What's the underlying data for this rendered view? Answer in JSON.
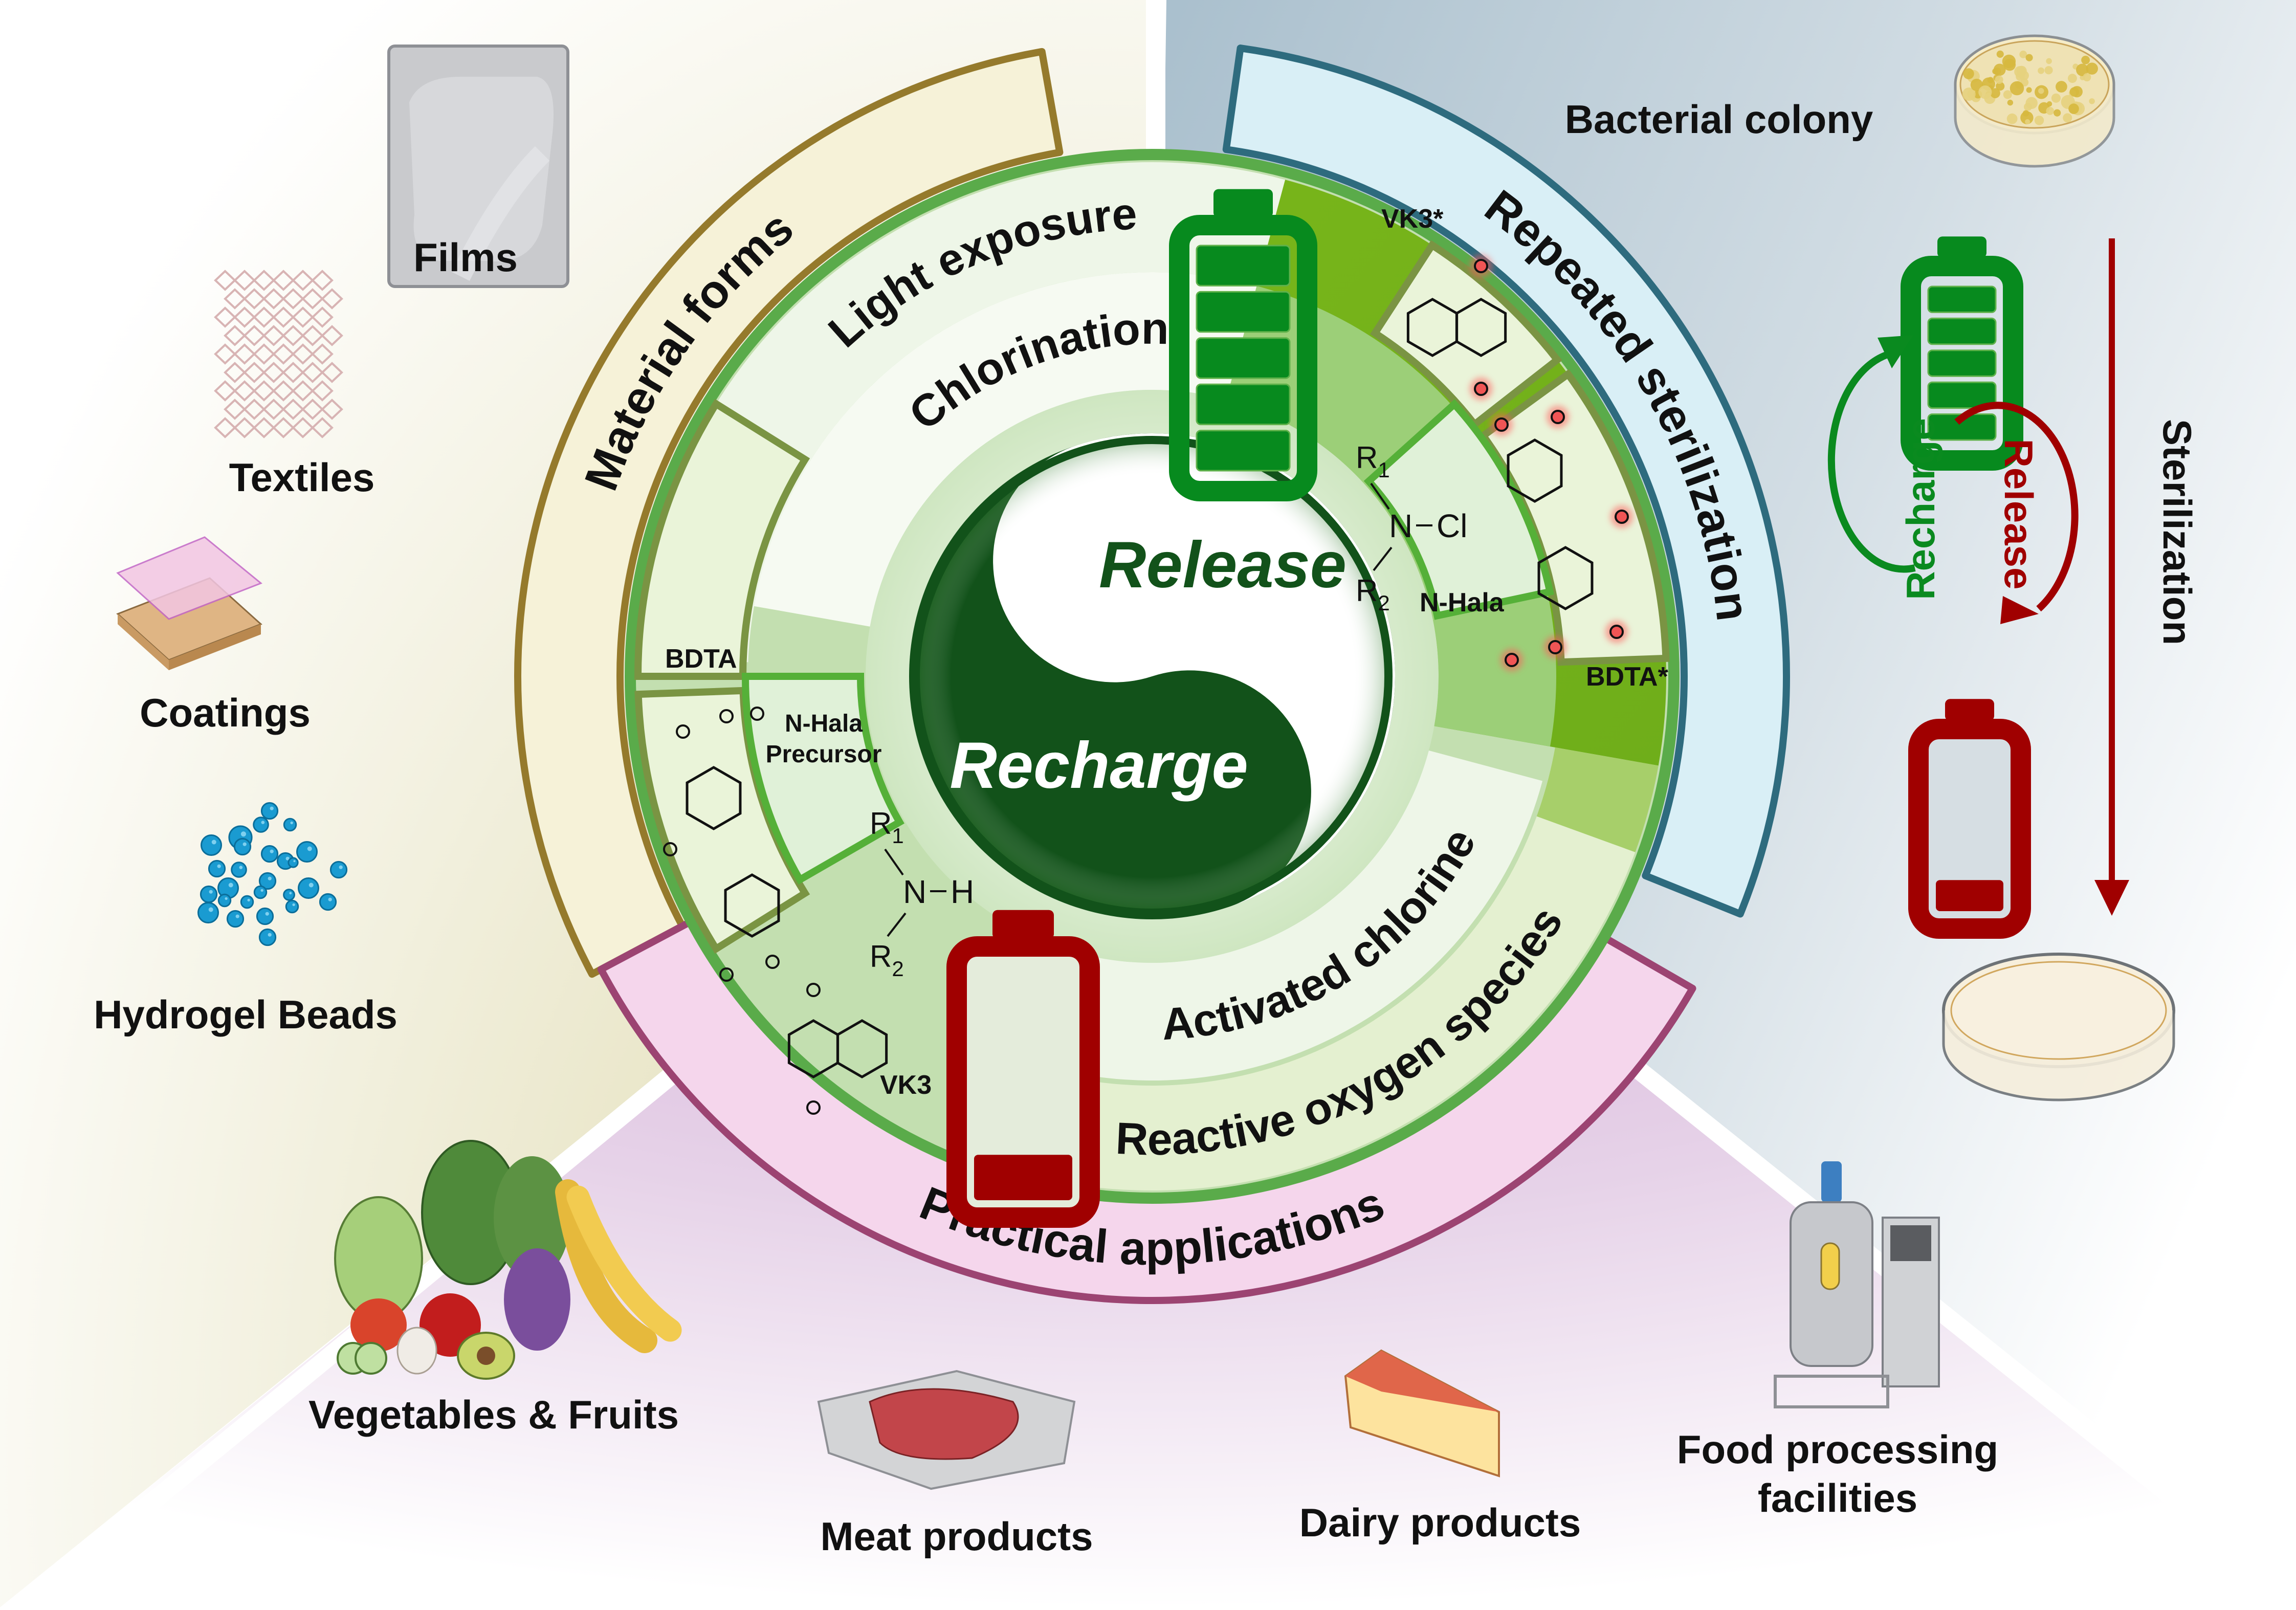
{
  "diagram": {
    "center": {
      "top_label": "Release",
      "bottom_label": "Recharge"
    },
    "inner_ring": {
      "upper_left": [
        "Light exposure",
        "Chlorination"
      ],
      "lower_right": [
        "Activated chlorine",
        "Reactive oxygen species"
      ],
      "charged_side": {
        "labels": {
          "vk3_star": "VK3*",
          "n_hala": "N-Hala",
          "bdta_star": "BDTA*"
        },
        "n_hala_structure": {
          "r1": "R",
          "r1_sub": "1",
          "n": "N",
          "bond_atom": "Cl",
          "r2": "R",
          "r2_sub": "2"
        }
      },
      "discharged_side": {
        "labels": {
          "bdta": "BDTA",
          "n_hala_precursor_line1": "N-Hala",
          "n_hala_precursor_line2": "Precursor",
          "vk3": "VK3"
        },
        "precursor_structure": {
          "r1": "R",
          "r1_sub": "1",
          "n": "N",
          "bond_atom": "H",
          "r2": "R",
          "r2_sub": "2"
        }
      },
      "batteries": [
        {
          "state": "full",
          "charge_fraction": 1.0,
          "color": "#078a1e"
        },
        {
          "state": "low",
          "charge_fraction": 0.2,
          "color": "#a00000"
        }
      ]
    },
    "outer_bands": {
      "material_forms": "Material forms",
      "repeated_sterilization": "Repeated sterilization",
      "practical_applications": "Practical applications"
    },
    "material_forms": [
      {
        "label": "Films",
        "icon": "film-sheet-icon"
      },
      {
        "label": "Textiles",
        "icon": "mesh-textile-icon"
      },
      {
        "label": "Coatings",
        "icon": "layered-coating-icon"
      },
      {
        "label": "Hydrogel Beads",
        "icon": "beads-icon"
      }
    ],
    "sterilization_panel": {
      "colony_label": "Bacterial colony",
      "recharge_label": "Recharge",
      "release_label": "Release",
      "sterilization_label": "Sterilization",
      "batteries": [
        {
          "state": "full",
          "charge_fraction": 1.0
        },
        {
          "state": "low",
          "charge_fraction": 0.2
        }
      ]
    },
    "applications": [
      {
        "label": "Vegetables & Fruits",
        "icon": "produce-icon"
      },
      {
        "label": "Meat products",
        "icon": "meat-tray-icon"
      },
      {
        "label": "Dairy products",
        "icon": "cheese-icon"
      },
      {
        "label_line1": "Food processing",
        "label_line2": "facilities",
        "icon": "bioreactor-icon"
      }
    ],
    "colors": {
      "dark_green": "#12521a",
      "ring_green": "#5aab4a",
      "lime": "#79b51a",
      "battery_green": "#078a1e",
      "battery_red": "#a00000",
      "material_band_border": "#957a2c",
      "sterilization_band_border": "#2e6b7e",
      "application_band_border": "#9c4472",
      "red_arrow": "#a00000",
      "green_arrow": "#0a8a1f"
    }
  }
}
